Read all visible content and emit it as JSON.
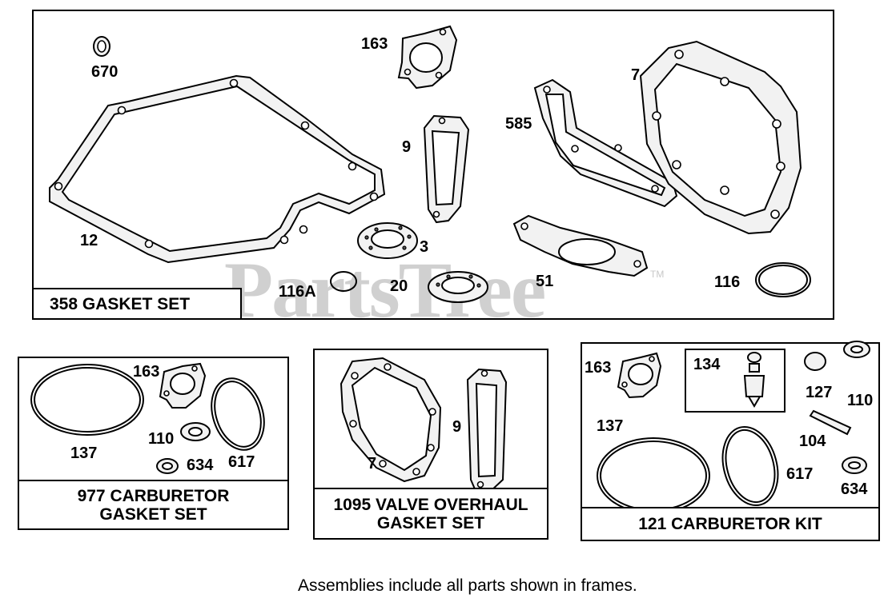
{
  "watermark": {
    "text": "PartsTree",
    "tm": "TM"
  },
  "sets": {
    "main": {
      "title": "358 GASKET SET"
    },
    "carb_gasket": {
      "title_line1": "977 CARBURETOR",
      "title_line2": "GASKET SET"
    },
    "valve": {
      "title_line1": "1095 VALVE OVERHAUL",
      "title_line2": "GASKET SET"
    },
    "carb_kit": {
      "title": "121 CARBURETOR KIT"
    }
  },
  "labels": {
    "main": [
      "670",
      "163",
      "7",
      "585",
      "9",
      "12",
      "3",
      "116A",
      "20",
      "51",
      "116"
    ],
    "carb_gasket": [
      "163",
      "137",
      "110",
      "634",
      "617"
    ],
    "valve": [
      "9",
      "7"
    ],
    "carb_kit": [
      "163",
      "134",
      "127",
      "110",
      "137",
      "104",
      "617",
      "634"
    ]
  },
  "footer": {
    "note": "Assemblies include all parts shown in frames."
  }
}
